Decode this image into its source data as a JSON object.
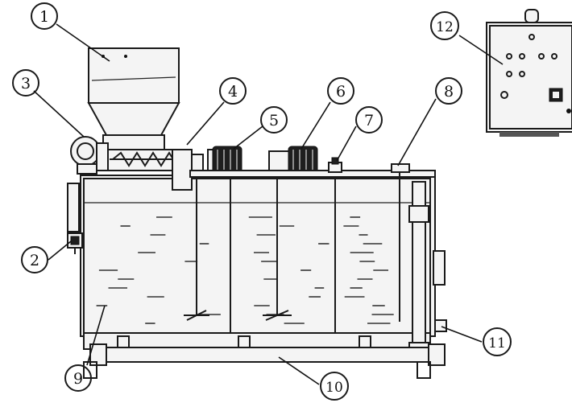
{
  "callouts": [
    {
      "number": "1",
      "part": "hopper"
    },
    {
      "number": "2",
      "part": "valve"
    },
    {
      "number": "3",
      "part": "feeder motor"
    },
    {
      "number": "4",
      "part": "feeder housing"
    },
    {
      "number": "5",
      "part": "mixer motor"
    },
    {
      "number": "6",
      "part": "mixer motor"
    },
    {
      "number": "7",
      "part": "level switch"
    },
    {
      "number": "8",
      "part": "inlet pipe"
    },
    {
      "number": "9",
      "part": "tank"
    },
    {
      "number": "10",
      "part": "outlet manifold"
    },
    {
      "number": "11",
      "part": "drain valve"
    },
    {
      "number": "12",
      "part": "control panel"
    }
  ],
  "colors": {
    "line": "#1a1a1a",
    "background": "#ffffff",
    "body": "#f4f4f4"
  }
}
